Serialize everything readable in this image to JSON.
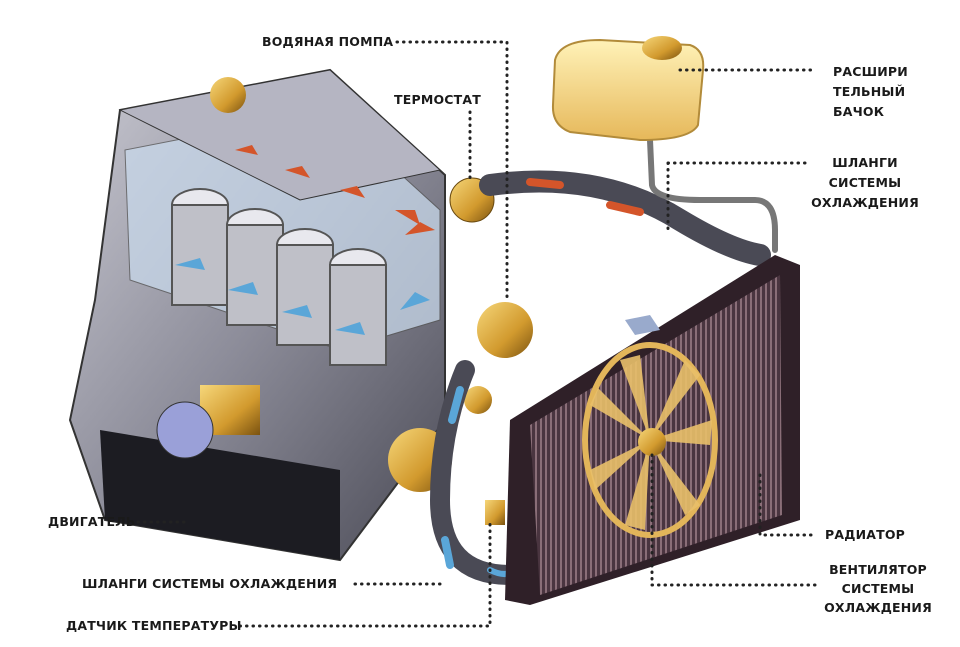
{
  "labels": {
    "water_pump": "ВОДЯНАЯ ПОМПА",
    "thermostat": "ТЕРМОСТАТ",
    "expansion_tank": [
      "РАСШИРИ",
      "ТЕЛЬНЫЙ",
      "БАЧОК"
    ],
    "hoses_right": [
      "ШЛАНГИ",
      "СИСТЕМЫ",
      "ОХЛАЖДЕНИЯ"
    ],
    "radiator": "РАДИАТОР",
    "fan": [
      "ВЕНТИЛЯТОР",
      "СИСТЕМЫ",
      "ОХЛАЖДЕНИЯ"
    ],
    "engine": "ДВИГАТЕЛЬ",
    "hoses_left": "ШЛАНГИ СИСТЕМЫ ОХЛАЖДЕНИЯ",
    "temp_sensor": "ДАТЧИК ТЕМПЕРАТУРЫ"
  },
  "colors": {
    "hot_flow": "#d4552a",
    "cold_flow": "#5aa6d8",
    "brass": "#d9a43a",
    "engine_metal": "#9a9aa6"
  }
}
